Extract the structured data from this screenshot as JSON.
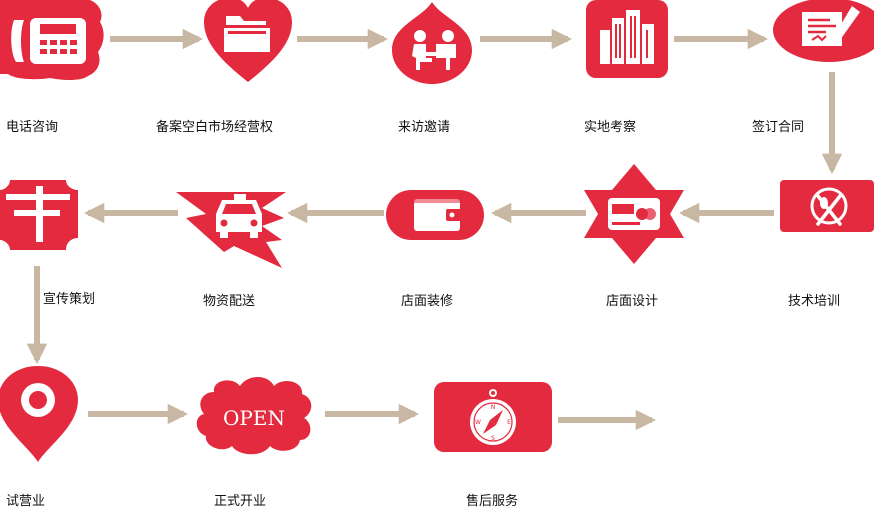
{
  "colors": {
    "accent": "#e32a3e",
    "arrow": "#c8b7a3",
    "icon_fill": "#ffffff",
    "text": "#111111"
  },
  "steps": [
    {
      "label": "电话咨询",
      "icon": "telephone-icon"
    },
    {
      "label": "备案空白市场经营权",
      "icon": "heart-folder-icon"
    },
    {
      "label": "来访邀请",
      "icon": "meeting-drop-icon"
    },
    {
      "label": "实地考察",
      "icon": "buildings-icon"
    },
    {
      "label": "签订合同",
      "icon": "contract-sign-icon"
    },
    {
      "label": "技术培训",
      "icon": "cutlery-icon"
    },
    {
      "label": "店面设计",
      "icon": "card-star-icon"
    },
    {
      "label": "店面装修",
      "icon": "wallet-icon"
    },
    {
      "label": "物资配送",
      "icon": "taxi-icon"
    },
    {
      "label": "宣传策划",
      "icon": "signpost-icon"
    },
    {
      "label": "试营业",
      "icon": "location-pin-icon"
    },
    {
      "label": "正式开业",
      "icon": "open-cloud-icon",
      "badge_text": "OPEN"
    },
    {
      "label": "售后服务",
      "icon": "compass-icon",
      "compass_letters": {
        "n": "N",
        "s": "S",
        "e": "E",
        "w": "W"
      }
    }
  ]
}
